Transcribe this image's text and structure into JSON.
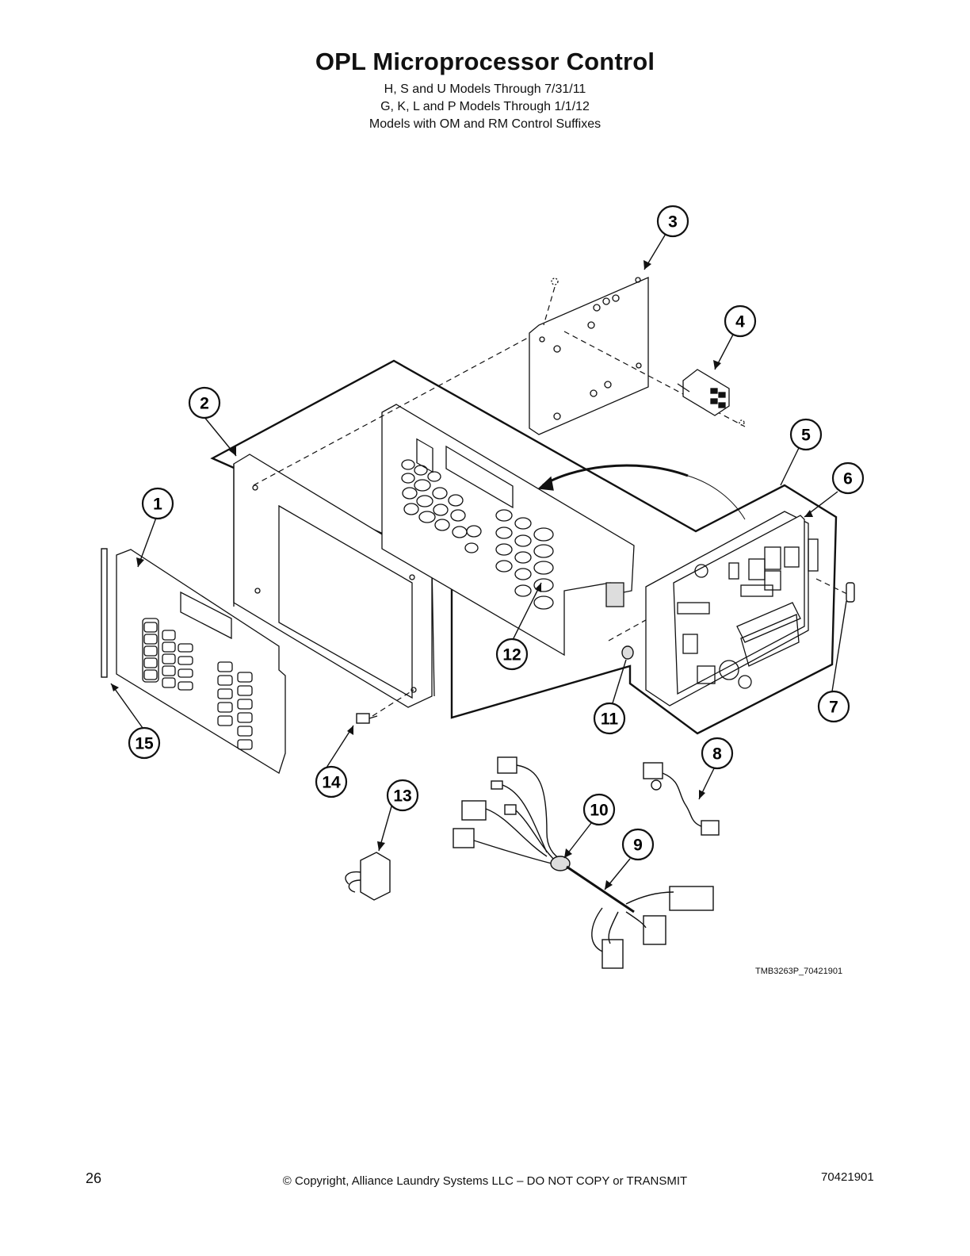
{
  "header": {
    "title": "OPL Microprocessor Control",
    "subtitle_lines": [
      "H, S and U Models Through 7/31/11",
      "G, K, L and P Models Through 1/1/12",
      "Models with OM and RM Control Suffixes"
    ]
  },
  "callouts": [
    "1",
    "2",
    "3",
    "4",
    "5",
    "6",
    "7",
    "8",
    "9",
    "10",
    "11",
    "12",
    "13",
    "14",
    "15"
  ],
  "drawing_code": "TMB3263P_70421901",
  "footer": {
    "page_number": "26",
    "copyright": "© Copyright, Alliance Laundry Systems LLC – DO NOT COPY or TRANSMIT",
    "document_number": "70421901"
  }
}
